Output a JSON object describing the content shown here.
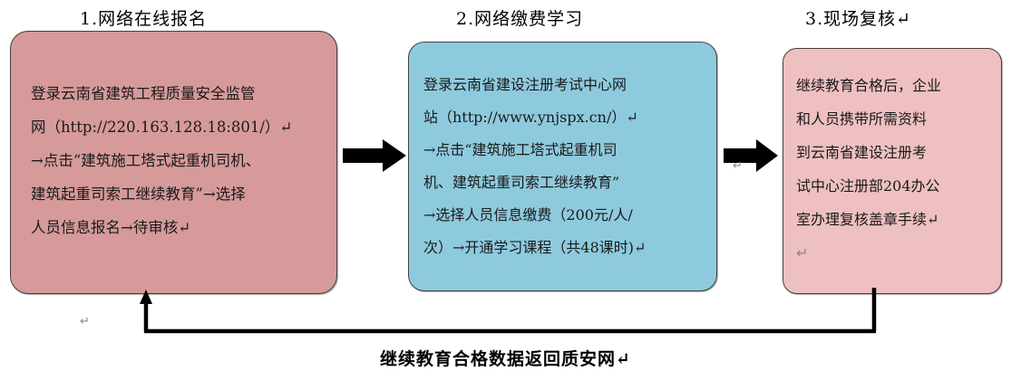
{
  "diagram": {
    "steps": [
      {
        "id": "step-1",
        "title": "1.网络在线报名",
        "fill_color": "#d79a9a",
        "lines": [
          "登录云南省建筑工程质量安全监管",
          "网（http://220.163.128.18:801/）↵",
          "→点击“建筑施工塔式起重机司机、",
          "建筑起重司索工继续教育”→选择",
          "人员信息报名→待审核↵"
        ]
      },
      {
        "id": "step-2",
        "title": "2.网络缴费学习",
        "fill_color": "#8ecadd",
        "lines": [
          "登录云南省建设注册考试中心网",
          "站（http://www.ynjspx.cn/）↵",
          "→点击“建筑施工塔式起重机司",
          "机、建筑起重司索工继续教育”",
          "→选择人员信息缴费（200元/人/",
          "次）→开通学习课程（共48课时)↵"
        ]
      },
      {
        "id": "step-3",
        "title": "3.现场复核↵",
        "fill_color": "#eec0c0",
        "lines": [
          "继续教育合格后，企业",
          "和人员携带所需资料",
          "到云南省建设注册考",
          "试中心注册部204办公",
          "室办理复核盖章手续↵",
          "↵"
        ]
      }
    ],
    "connectors": [
      {
        "id": "arrow-step1-step2",
        "type": "block-arrow-right",
        "color": "#000000"
      },
      {
        "id": "arrow-step2-step3",
        "type": "block-arrow-right",
        "color": "#000000"
      },
      {
        "id": "feedback-connector",
        "type": "elbow-arrow-up",
        "color": "#000000"
      }
    ],
    "stray_marks": [
      {
        "id": "pilcrow-below-arrow-2",
        "glyph": "↵"
      },
      {
        "id": "pilcrow-left-bottom",
        "glyph": "↵"
      }
    ],
    "caption": "继续教育合格数据返回质安网↵"
  }
}
